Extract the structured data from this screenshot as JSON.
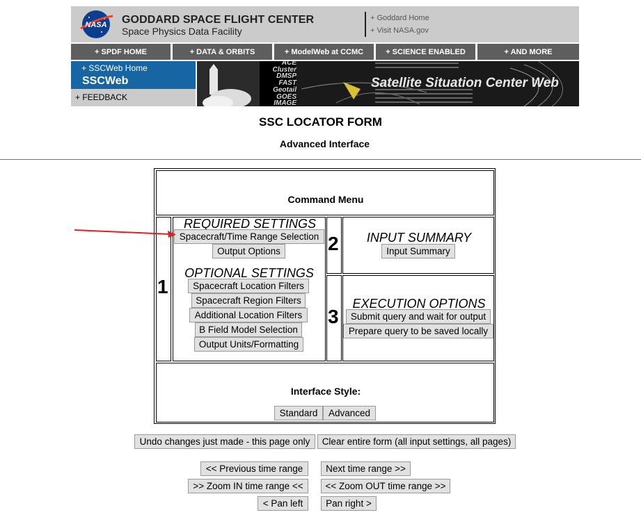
{
  "header": {
    "logo_text": "NASA",
    "org_title": "GODDARD SPACE FLIGHT CENTER",
    "facility": "Space Physics Data Facility",
    "links": [
      "+ Goddard Home",
      "+ Visit NASA.gov"
    ]
  },
  "nav": [
    "+ SPDF HOME",
    "+ DATA & ORBITS",
    "+ ModelWeb at CCMC",
    "+ SCIENCE ENABLED",
    "+ AND MORE"
  ],
  "ssc": {
    "home_link": "+ SSCWeb Home",
    "name": "SSCWeb",
    "feedback": "+ FEEDBACK"
  },
  "banner": {
    "satellites": [
      "ACE",
      "Cluster",
      "DMSP",
      "FAST",
      "Geotail",
      "GOES",
      "IMAGE"
    ],
    "title": "Satellite Situation Center Web"
  },
  "page": {
    "title": "SSC LOCATOR FORM",
    "subtitle": "Advanced Interface"
  },
  "form": {
    "menu_title": "Command Menu",
    "step_numbers": [
      "1",
      "2",
      "3"
    ],
    "required_heading": "REQUIRED SETTINGS",
    "required_buttons": [
      "Spacecraft/Time Range Selection",
      "Output Options"
    ],
    "optional_heading": "OPTIONAL SETTINGS",
    "optional_buttons": [
      "Spacecraft Location Filters",
      "Spacecraft Region Filters",
      "Additional Location Filters",
      "B Field Model Selection",
      "Output Units/Formatting"
    ],
    "input_heading": "INPUT SUMMARY",
    "input_button": "Input Summary",
    "exec_heading": "EXECUTION OPTIONS",
    "exec_buttons": [
      "Submit query and wait for output",
      "Prepare query to be saved locally"
    ],
    "style_label": "Interface Style:",
    "style_buttons": [
      "Standard",
      "Advanced"
    ]
  },
  "actions": {
    "undo": "Undo changes just made  - this page only",
    "clear": "Clear entire form (all input settings, all pages)",
    "prev_range": "<< Previous time range",
    "next_range": "Next time range >>",
    "zoom_in": ">> Zoom IN time range <<",
    "zoom_out": "<< Zoom OUT time range >>",
    "pan_left": "< Pan left",
    "pan_right": "Pan right >"
  },
  "colors": {
    "annotation_arrow": "#e02020",
    "ssc_blue": "#1865a3",
    "nav_gray": "#5e5e5e"
  }
}
